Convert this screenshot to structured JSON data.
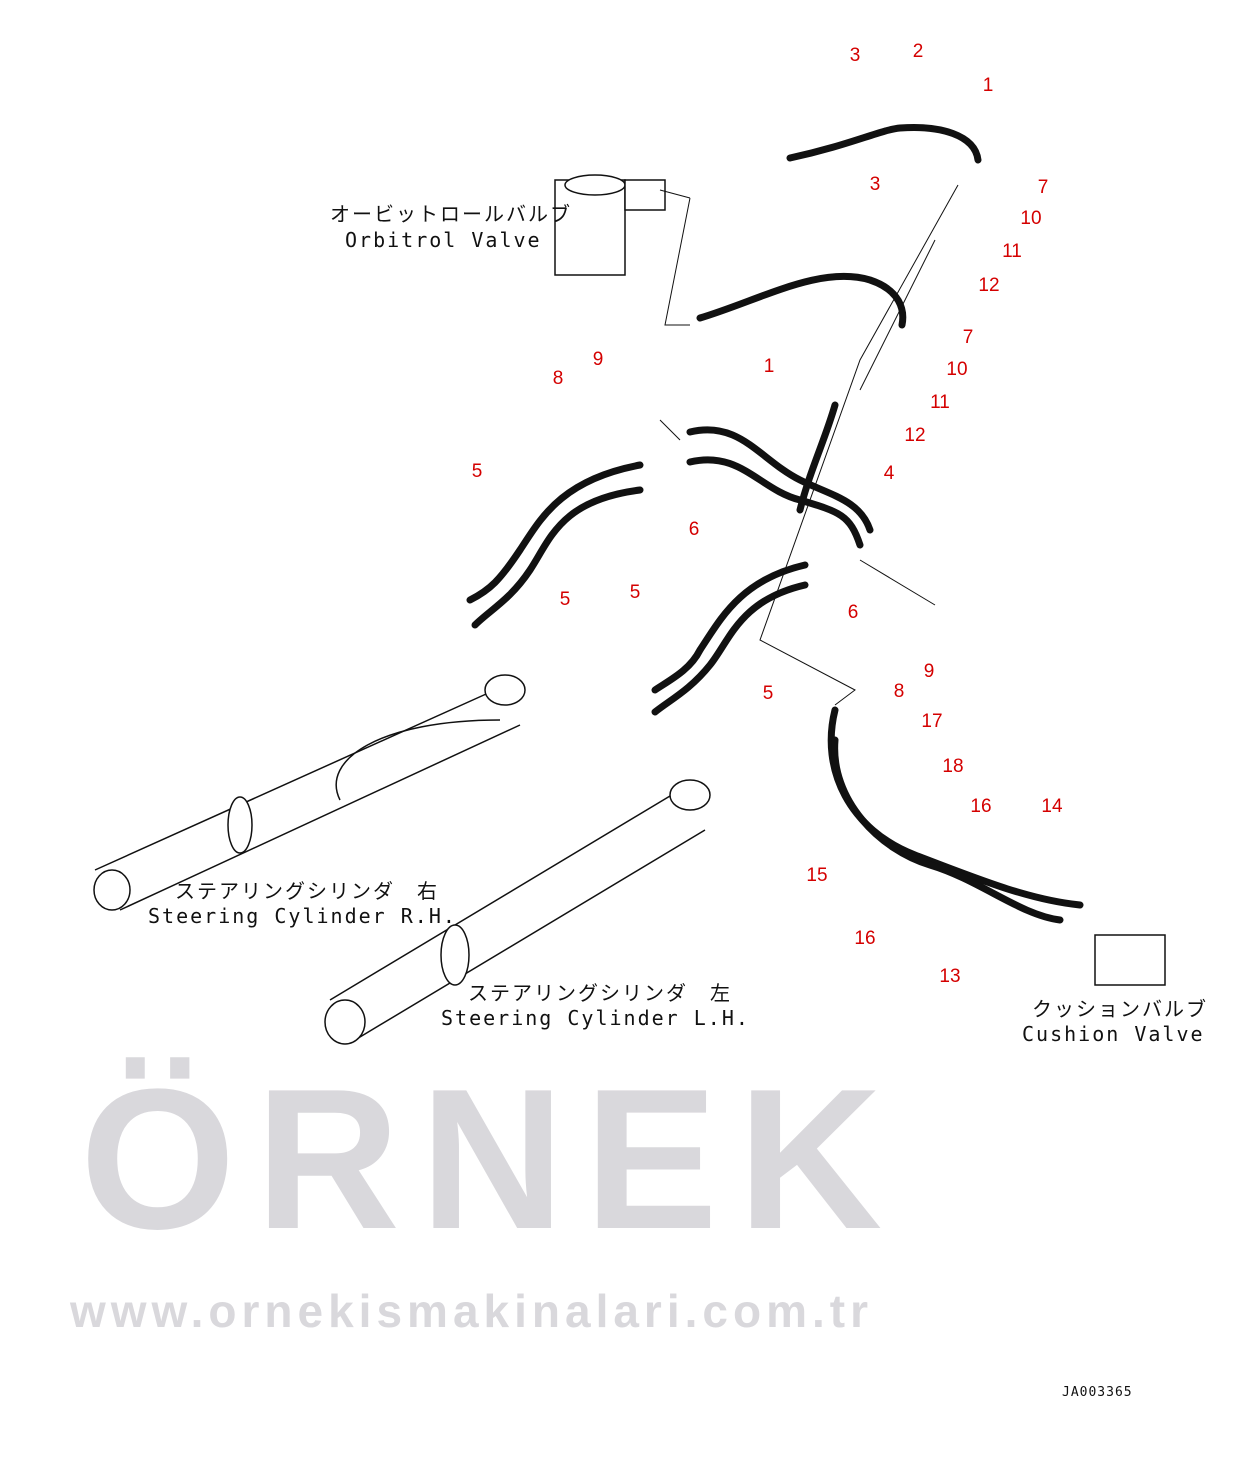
{
  "watermark": {
    "logo": "ÖRNEK",
    "url": "www.ornekismakinalari.com.tr"
  },
  "labels": {
    "orbitrol_jp": "オービットロールバルブ",
    "orbitrol_en": "Orbitrol Valve",
    "cyl_rh_jp": "ステアリングシリンダ　右",
    "cyl_rh_en": "Steering Cylinder R.H.",
    "cyl_lh_jp": "ステアリングシリンダ　左",
    "cyl_lh_en": "Steering Cylinder L.H.",
    "cushion_jp": "クッションバルブ",
    "cushion_en": "Cushion Valve"
  },
  "drawing_code": "JA003365",
  "callouts": [
    "3",
    "2",
    "1",
    "3",
    "7",
    "10",
    "11",
    "12",
    "7",
    "10",
    "11",
    "1",
    "12",
    "9",
    "8",
    "4",
    "5",
    "6",
    "5",
    "5",
    "6",
    "5",
    "9",
    "8",
    "17",
    "18",
    "16",
    "14",
    "15",
    "16",
    "13"
  ],
  "colors": {
    "callout": "#d40000",
    "watermark": "#d9d8dc",
    "watermark_accent": "#f5e08a"
  }
}
